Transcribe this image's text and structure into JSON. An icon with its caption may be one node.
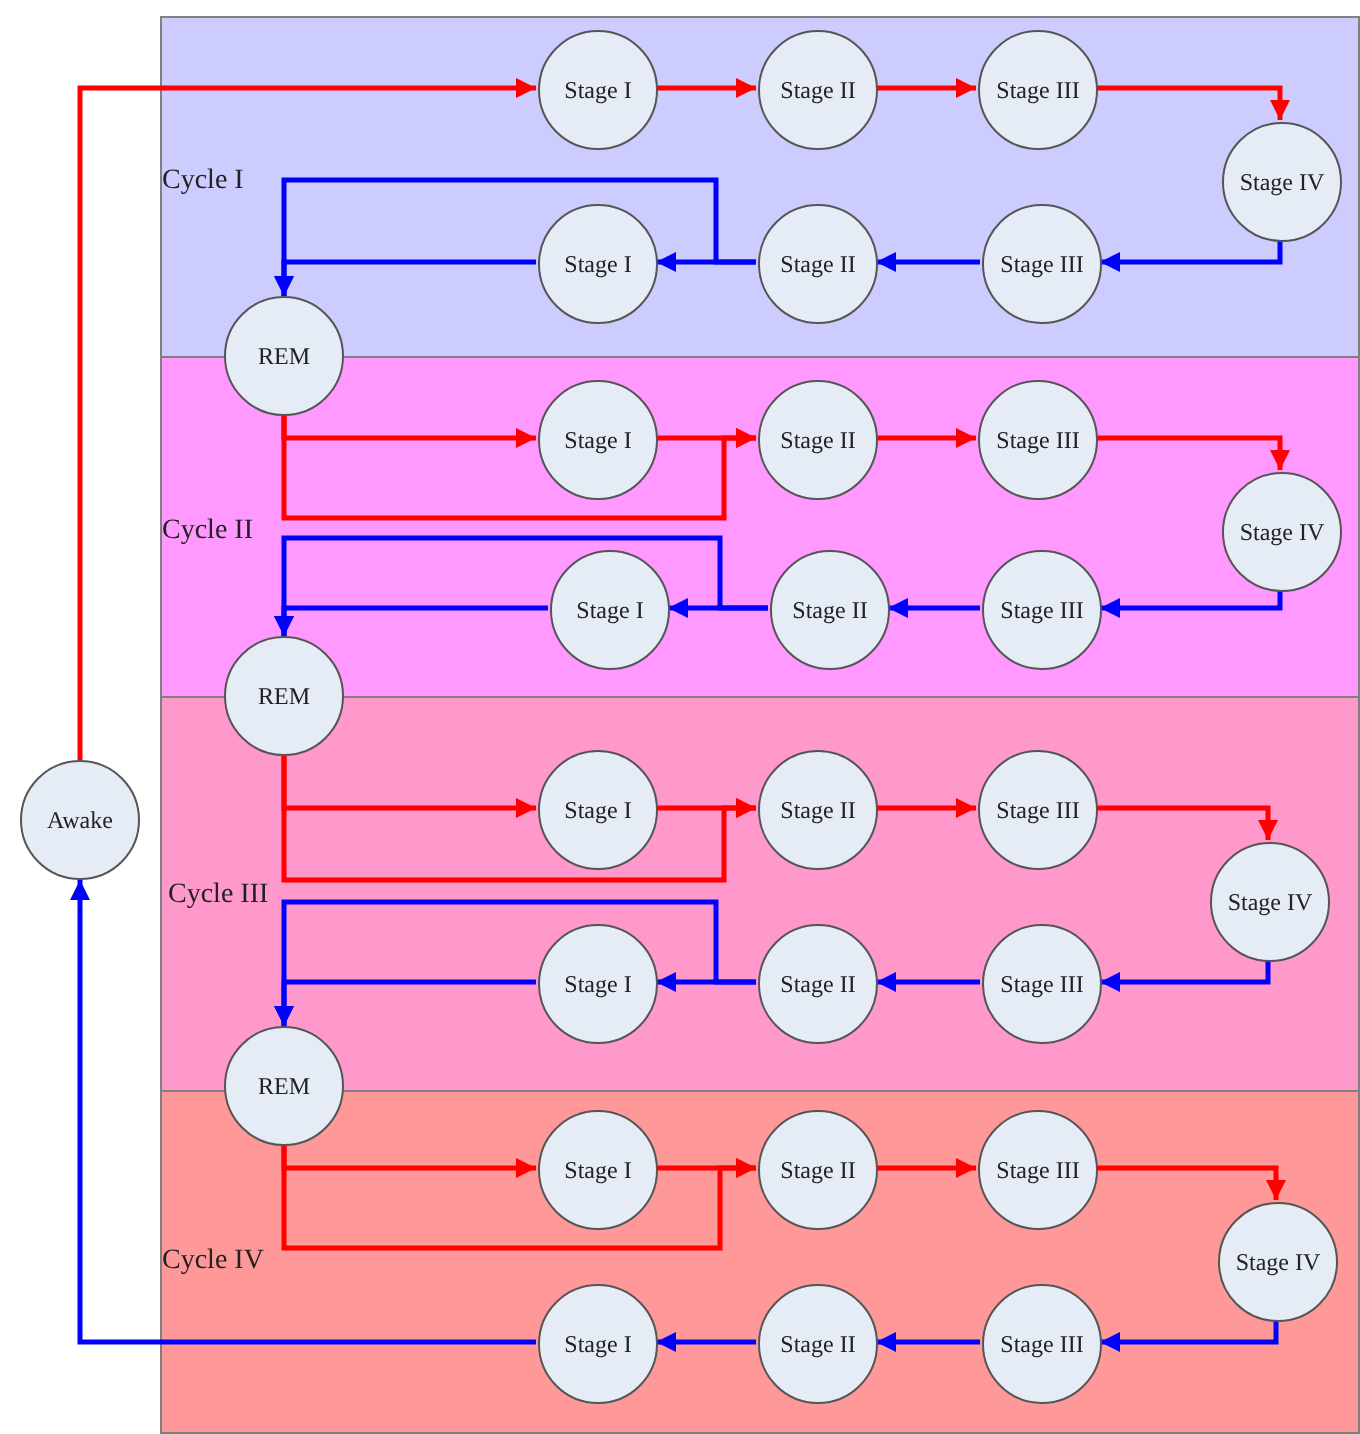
{
  "diagram": {
    "nodes": [
      {
        "text": [
          "Cycle I"
        ]
      },
      {
        "text": [
          "Stage I"
        ],
        "in": 0
      },
      {
        "text": [
          "Stage II"
        ],
        "in": 0
      },
      {
        "text": [
          "Stage III"
        ],
        "in": 0
      },
      {
        "text": [
          "Stage IV"
        ],
        "in": 0
      },
      {
        "text": [
          "Stage III"
        ],
        "in": 0
      },
      {
        "text": [
          "Stage II"
        ],
        "in": 0
      },
      {
        "text": [
          "Stage I"
        ],
        "in": 0
      },
      {
        "text": [
          "REM"
        ]
      },
      {
        "text": [
          "Cycle II"
        ]
      },
      {
        "text": [
          "Stage I"
        ],
        "in": 9
      },
      {
        "text": [
          "Stage II"
        ],
        "in": 9
      },
      {
        "text": [
          "Stage III"
        ],
        "in": 9
      },
      {
        "text": [
          "Stage IV"
        ],
        "in": 9
      },
      {
        "text": [
          "Stage III"
        ],
        "in": 9
      },
      {
        "text": [
          "Stage II"
        ],
        "in": 9
      },
      {
        "text": [
          "Stage I"
        ],
        "in": 9
      },
      {
        "text": [
          "REM"
        ]
      },
      {
        "text": [
          "Cycle III"
        ]
      },
      {
        "text": [
          "Stage I"
        ],
        "in": 18
      },
      {
        "text": [
          "Stage II"
        ],
        "in": 18
      },
      {
        "text": [
          "Stage III"
        ],
        "in": 18
      },
      {
        "text": [
          "Stage IV"
        ],
        "in": 18
      },
      {
        "text": [
          "Stage III"
        ],
        "in": 18
      },
      {
        "text": [
          "Stage II"
        ],
        "in": 18
      },
      {
        "text": [
          "Stage I"
        ],
        "in": 18
      },
      {
        "text": [
          "REM"
        ]
      },
      {
        "text": [
          "Cycle IV"
        ]
      },
      {
        "text": [
          "Stage I"
        ],
        "in": 27
      },
      {
        "text": [
          "Stage II"
        ],
        "in": 27
      },
      {
        "text": [
          "Stage III"
        ],
        "in": 27
      },
      {
        "text": [
          "Stage IV"
        ],
        "in": 27
      },
      {
        "text": [
          "Stage III"
        ],
        "in": 27
      },
      {
        "text": [
          "Stage II"
        ],
        "in": 27
      },
      {
        "text": [
          "Stage I"
        ],
        "in": 27
      },
      {
        "text": [
          "Awake"
        ]
      }
    ],
    "edges": [
      {
        "from": 35,
        "to": 1,
        "arrow": "to"
      },
      {
        "from": 1,
        "to": 2,
        "arrow": "to"
      },
      {
        "from": 2,
        "to": 3,
        "arrow": "to"
      },
      {
        "from": 3,
        "to": 4,
        "arrow": "to"
      },
      {
        "from": 4,
        "to": 5,
        "arrow": "to",
        "color": "#0000ff"
      },
      {
        "from": 5,
        "to": 6,
        "arrow": "to",
        "color": "#0000ff"
      },
      {
        "from": 6,
        "to": 7,
        "arrow": "to",
        "color": "#0000ff"
      },
      {
        "from": 6,
        "to": 8,
        "arrow": "to",
        "color": "#0000ff"
      },
      {
        "from": 7,
        "to": 8,
        "arrow": "to",
        "color": "#0000ff"
      },
      {
        "from": 8,
        "to": 10,
        "arrow": "to"
      },
      {
        "from": 8,
        "to": 11,
        "arrow": "to"
      },
      {
        "from": 10,
        "to": 11,
        "arrow": "to"
      },
      {
        "from": 11,
        "to": 12,
        "arrow": "to"
      },
      {
        "from": 12,
        "to": 13,
        "arrow": "to"
      },
      {
        "from": 13,
        "to": 14,
        "arrow": "to",
        "color": "#0000ff"
      },
      {
        "from": 14,
        "to": 15,
        "arrow": "to",
        "color": "#0000ff"
      },
      {
        "from": 15,
        "to": 16,
        "arrow": "to",
        "color": "#0000ff"
      },
      {
        "from": 15,
        "to": 17,
        "arrow": "to",
        "color": "#0000ff"
      },
      {
        "from": 16,
        "to": 17,
        "arrow": "to",
        "color": "#0000ff"
      },
      {
        "from": 17,
        "to": 19,
        "arrow": "to"
      },
      {
        "from": 17,
        "to": 20,
        "arrow": "to"
      },
      {
        "from": 19,
        "to": 20,
        "arrow": "to"
      },
      {
        "from": 20,
        "to": 21,
        "arrow": "to"
      },
      {
        "from": 21,
        "to": 22,
        "arrow": "to"
      },
      {
        "from": 22,
        "to": 23,
        "arrow": "to",
        "color": "#0000ff"
      },
      {
        "from": 23,
        "to": 24,
        "arrow": "to",
        "color": "#0000ff"
      },
      {
        "from": 24,
        "to": 25,
        "arrow": "to",
        "color": "#0000ff"
      },
      {
        "from": 24,
        "to": 26,
        "arrow": "to",
        "color": "#0000ff"
      },
      {
        "from": 25,
        "to": 26,
        "arrow": "to",
        "color": "#0000ff"
      },
      {
        "from": 26,
        "to": 28,
        "arrow": "to"
      },
      {
        "from": 26,
        "to": 29,
        "arrow": "to"
      },
      {
        "from": 28,
        "to": 29,
        "arrow": "to"
      },
      {
        "from": 29,
        "to": 30,
        "arrow": "to"
      },
      {
        "from": 30,
        "to": 31,
        "arrow": "to"
      },
      {
        "from": 31,
        "to": 32,
        "arrow": "to",
        "color": "#0000ff"
      },
      {
        "from": 32,
        "to": 33,
        "arrow": "to",
        "color": "#0000ff"
      },
      {
        "from": 33,
        "to": 34,
        "arrow": "to",
        "color": "#0000ff"
      },
      {
        "from": 34,
        "to": 35,
        "arrow": "to",
        "color": "#0000ff"
      }
    ]
  }
}
